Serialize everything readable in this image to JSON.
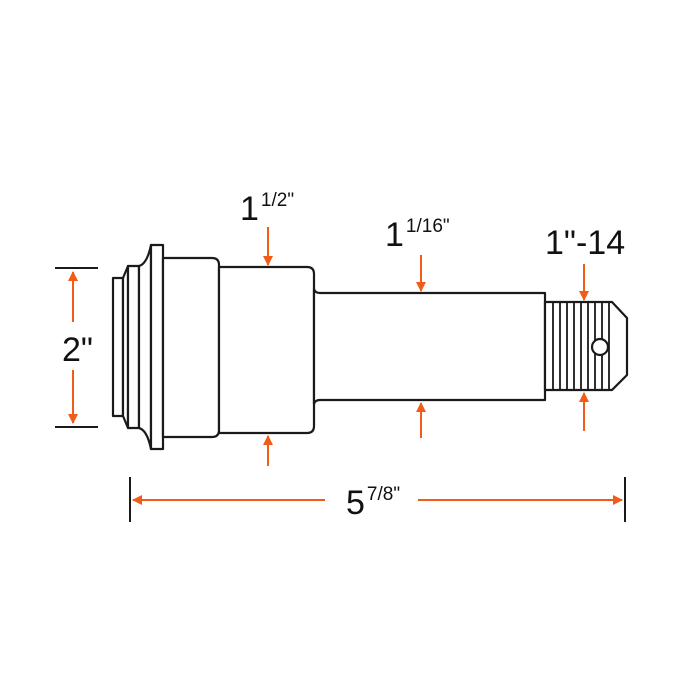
{
  "diagram": {
    "subject": "spindle-axle-dimensions",
    "colors": {
      "outline": "#1a1a1a",
      "dimension_arrow": "#f25c19",
      "background": "#ffffff"
    },
    "dimensions": {
      "flange_diameter": {
        "whole": "2\"",
        "fraction": ""
      },
      "inner_bearing_diameter": {
        "whole": "1",
        "fraction": "1/2\""
      },
      "outer_bearing_diameter": {
        "whole": "1",
        "fraction": "1/16\""
      },
      "thread": {
        "whole": "1\"-14",
        "fraction": ""
      },
      "overall_length": {
        "whole": "5",
        "fraction": "7/8\""
      }
    }
  }
}
